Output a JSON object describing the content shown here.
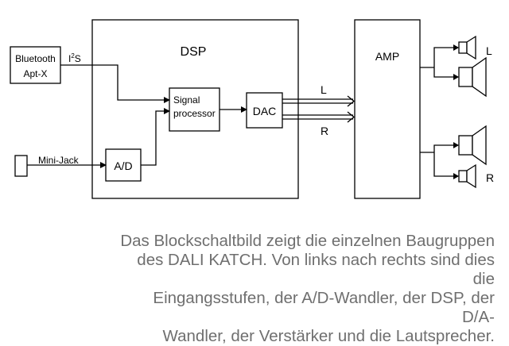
{
  "blocks": {
    "bluetooth_line1": "Bluetooth",
    "bluetooth_line2": "Apt-X",
    "i2s_base": "I",
    "i2s_sup": "2",
    "i2s_tail": "S",
    "minijack": "Mini-Jack",
    "ad": "A/D",
    "dsp": "DSP",
    "signal_line1": "Signal",
    "signal_line2": "processor",
    "dac": "DAC",
    "amp": "AMP",
    "channel_left": "L",
    "channel_right": "R",
    "speaker_left": "L",
    "speaker_right": "R"
  },
  "caption": {
    "line1": "Das Blockschaltbild zeigt die einzelnen Baugruppen",
    "line2": "des DALI KATCH. Von links nach rechts sind dies die",
    "line3": "Eingangsstufen, der A/D-Wandler, der DSP, der D/A-",
    "line4": "Wandler, der Verstärker und die Lautsprecher."
  }
}
